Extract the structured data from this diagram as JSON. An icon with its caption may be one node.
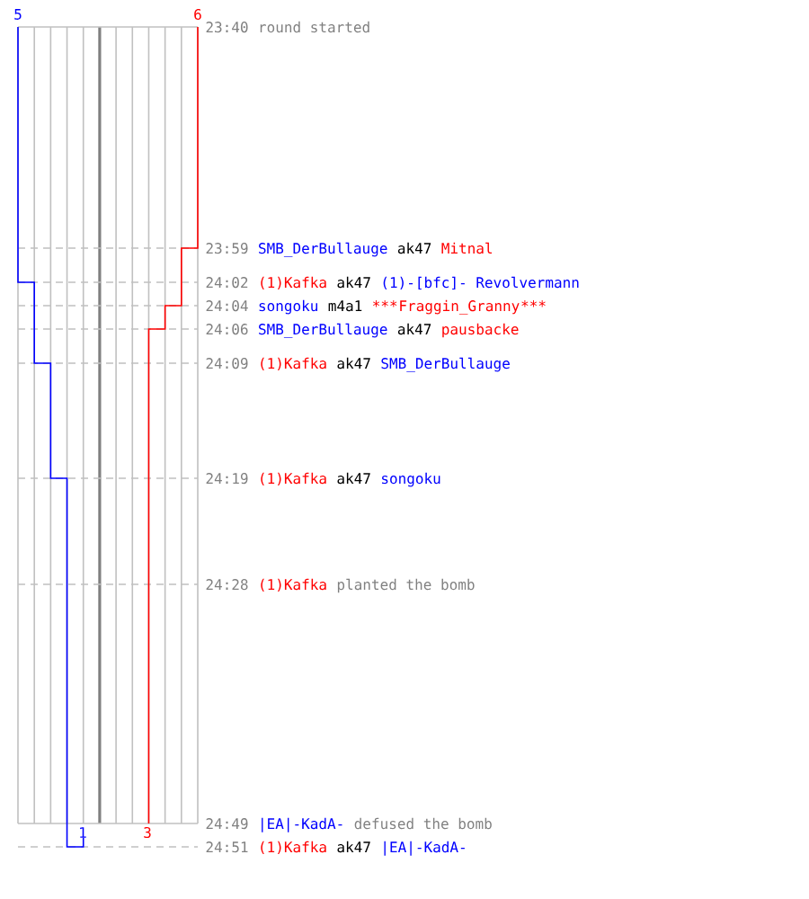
{
  "diagram": {
    "labels": [
      "5",
      "6",
      "23:40",
      "round started",
      "23:59",
      "SMB_DerBullauge",
      "ak47",
      "Mitnal",
      "24:02",
      "(1)Kafka",
      "ak47",
      "(1)-[bfc]- Revolvermann",
      "24:04",
      "songoku",
      "m4a1",
      "***",
      "Fraggin_Granny",
      "***",
      "24:06",
      "SMB_DerBullauge",
      "ak47",
      "pausbacke",
      "24:09",
      "(1)Kafka",
      "ak47",
      "SMB_DerBullauge",
      "24:19",
      "(1)Kafka",
      "ak47",
      "songoku",
      "24:28",
      "(1)Kafka",
      "planted the bomb",
      "24:49",
      "|EA|-KadA-",
      "defused the bomb",
      "1",
      "3",
      "24:51",
      "(1)Kafka",
      "ak47",
      "|EA|-KadA-"
    ]
  }
}
